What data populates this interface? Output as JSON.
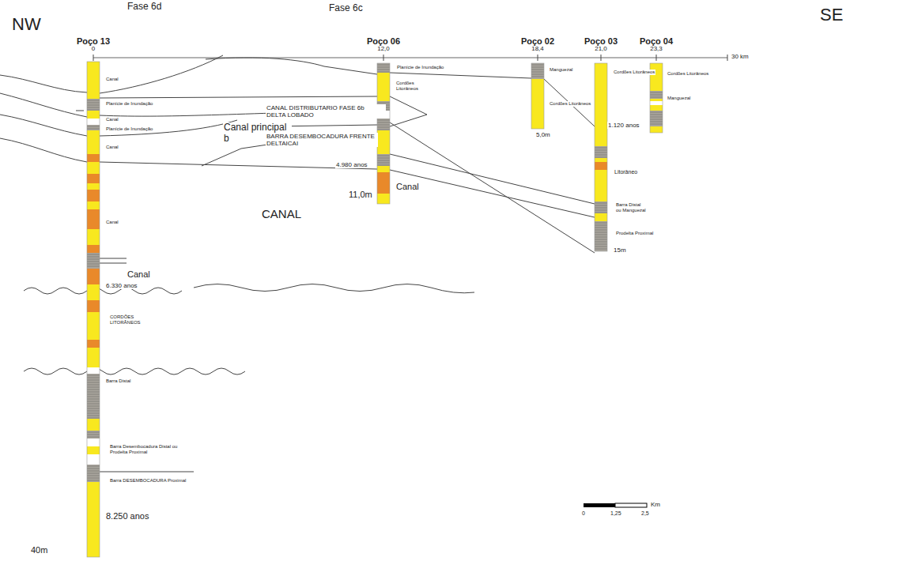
{
  "diagram": {
    "nodes": [
      {
        "text": [
          "Poço 13",
          "0"
        ]
      },
      {
        "text": [
          "Poço 06",
          "12,0"
        ]
      },
      {
        "text": [
          "Poço 02",
          "18,4"
        ]
      },
      {
        "text": [
          "Poço 03",
          "21,0"
        ]
      },
      {
        "text": [
          "Poço 04",
          "23,3"
        ]
      }
    ],
    "labels": [
      "NW",
      "SE",
      "30 km",
      "Fase 6d",
      "Fase 6c",
      "Canal",
      "Planície de Inundação",
      "Canal",
      "Planície de Inundação",
      "Canal",
      "Canal principal b",
      "CANAL DISTRIBUTARIO FASE 6b DELTA LOBADO",
      "BARRA DESEMBOCADURA FRENTE DELTAICAI",
      "4.980 anos",
      "CANAL",
      "Canal",
      "Canal",
      "6.330 anos",
      "CORDÕES LITORÂNEOS",
      "Barra Distal",
      "Barra Desembocadura Distal ou Prodelta Proximal",
      "Barra DESEMBOCADURA Proximal",
      "8.250 anos",
      "40m",
      "Planície de Inundação",
      "Cordões Litorâneos",
      "Canal",
      "11,0m",
      "Manguezal",
      "Cordões Litorâneos",
      "5,0m",
      "Cordões Litorâneos",
      "1.120 anos",
      "Litorâneo",
      "Barra Distal ou Manguezal",
      "Prodelta Proximal",
      "15m",
      "Cordões Litorâneos",
      "Manguezal",
      "Km",
      "0",
      "1,25",
      "2,5"
    ]
  }
}
